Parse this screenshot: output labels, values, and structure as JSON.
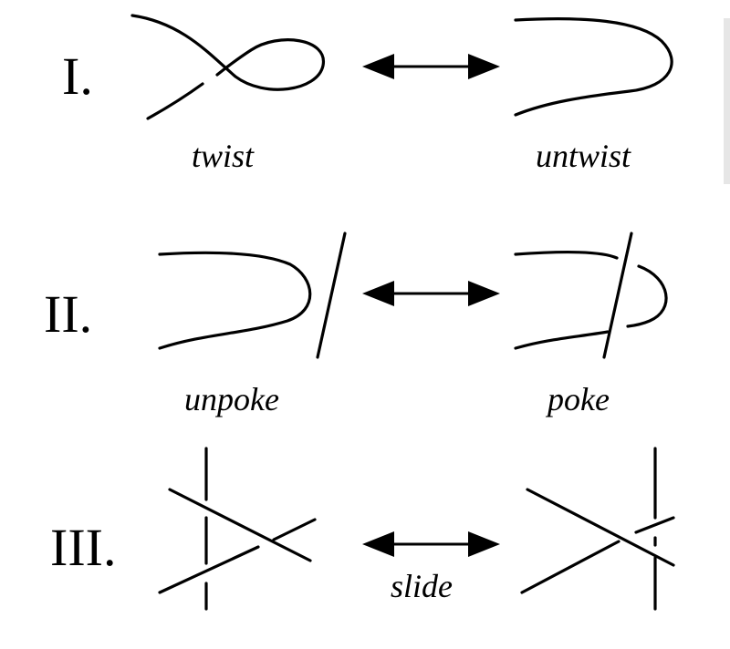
{
  "moves": [
    {
      "numeral": "I.",
      "left_caption": "twist",
      "right_caption": "untwist",
      "center_caption": ""
    },
    {
      "numeral": "II.",
      "left_caption": "unpoke",
      "right_caption": "poke",
      "center_caption": ""
    },
    {
      "numeral": "III.",
      "left_caption": "",
      "right_caption": "",
      "center_caption": "slide"
    }
  ],
  "colors": {
    "ink": "#000000",
    "background": "#ffffff"
  }
}
